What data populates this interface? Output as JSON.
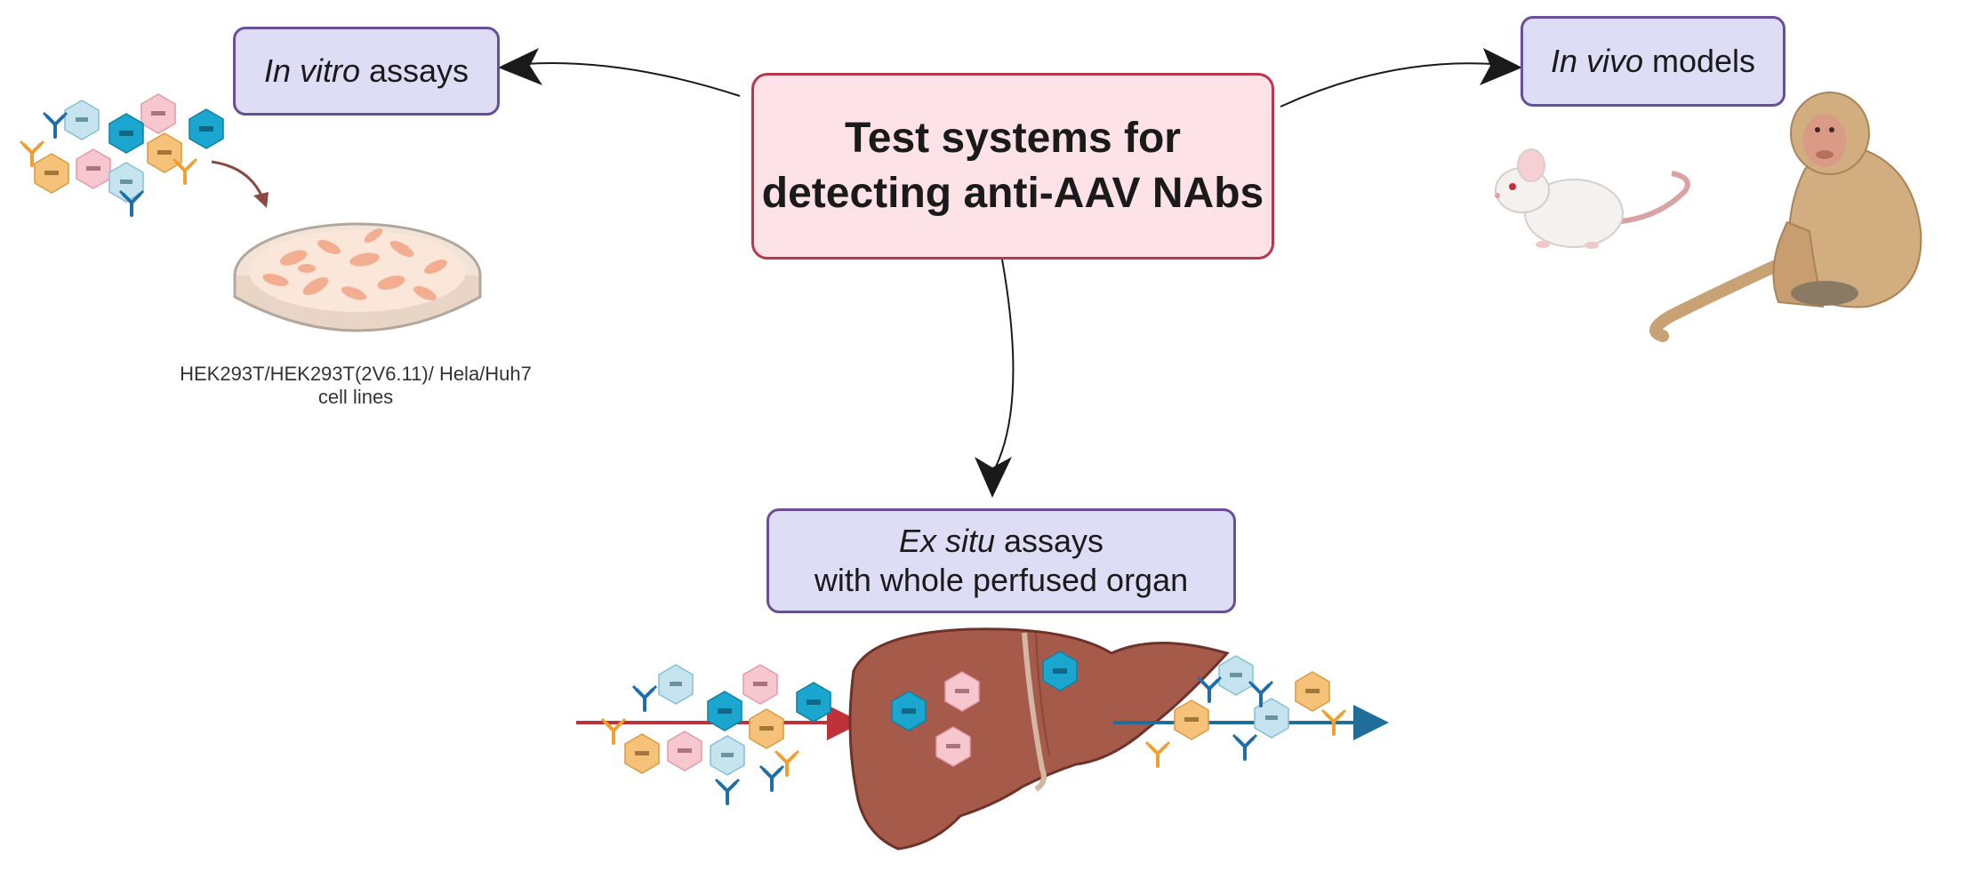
{
  "center": {
    "line1": "Test systems for",
    "line2": "detecting anti-AAV NAbs"
  },
  "in_vitro": {
    "italic": "In vitro",
    "rest": " assays",
    "caption_line1": "HEK293T/HEK293T(2V6.11)/ Hela/Huh7",
    "caption_line2": "cell lines"
  },
  "in_vivo": {
    "italic": "In vivo",
    "rest": " models"
  },
  "ex_situ": {
    "italic": "Ex situ",
    "rest": " assays",
    "line2": "with whole perfused organ"
  },
  "colors": {
    "lavender_fill": "#ddddf6",
    "lavender_border": "#6a4e9c",
    "pink_fill": "#fde3e8",
    "pink_border": "#b8374f",
    "liver": "#a65a4a",
    "inflow_arrow": "#c0323a",
    "outflow_arrow": "#1f6d99",
    "aav_blue": "#1ba6cf",
    "aav_pink": "#f7c7cf",
    "aav_orange": "#f6c27a",
    "aav_light_blue": "#c6e4ef",
    "antibody_blue": "#1f6ea8",
    "antibody_orange": "#f0a030"
  },
  "icons": {
    "petri": "petri-dish-icon",
    "mouse": "mouse-icon",
    "monkey": "monkey-icon",
    "liver": "liver-icon",
    "virus": "aav-capsid-icon",
    "antibody": "antibody-icon"
  }
}
